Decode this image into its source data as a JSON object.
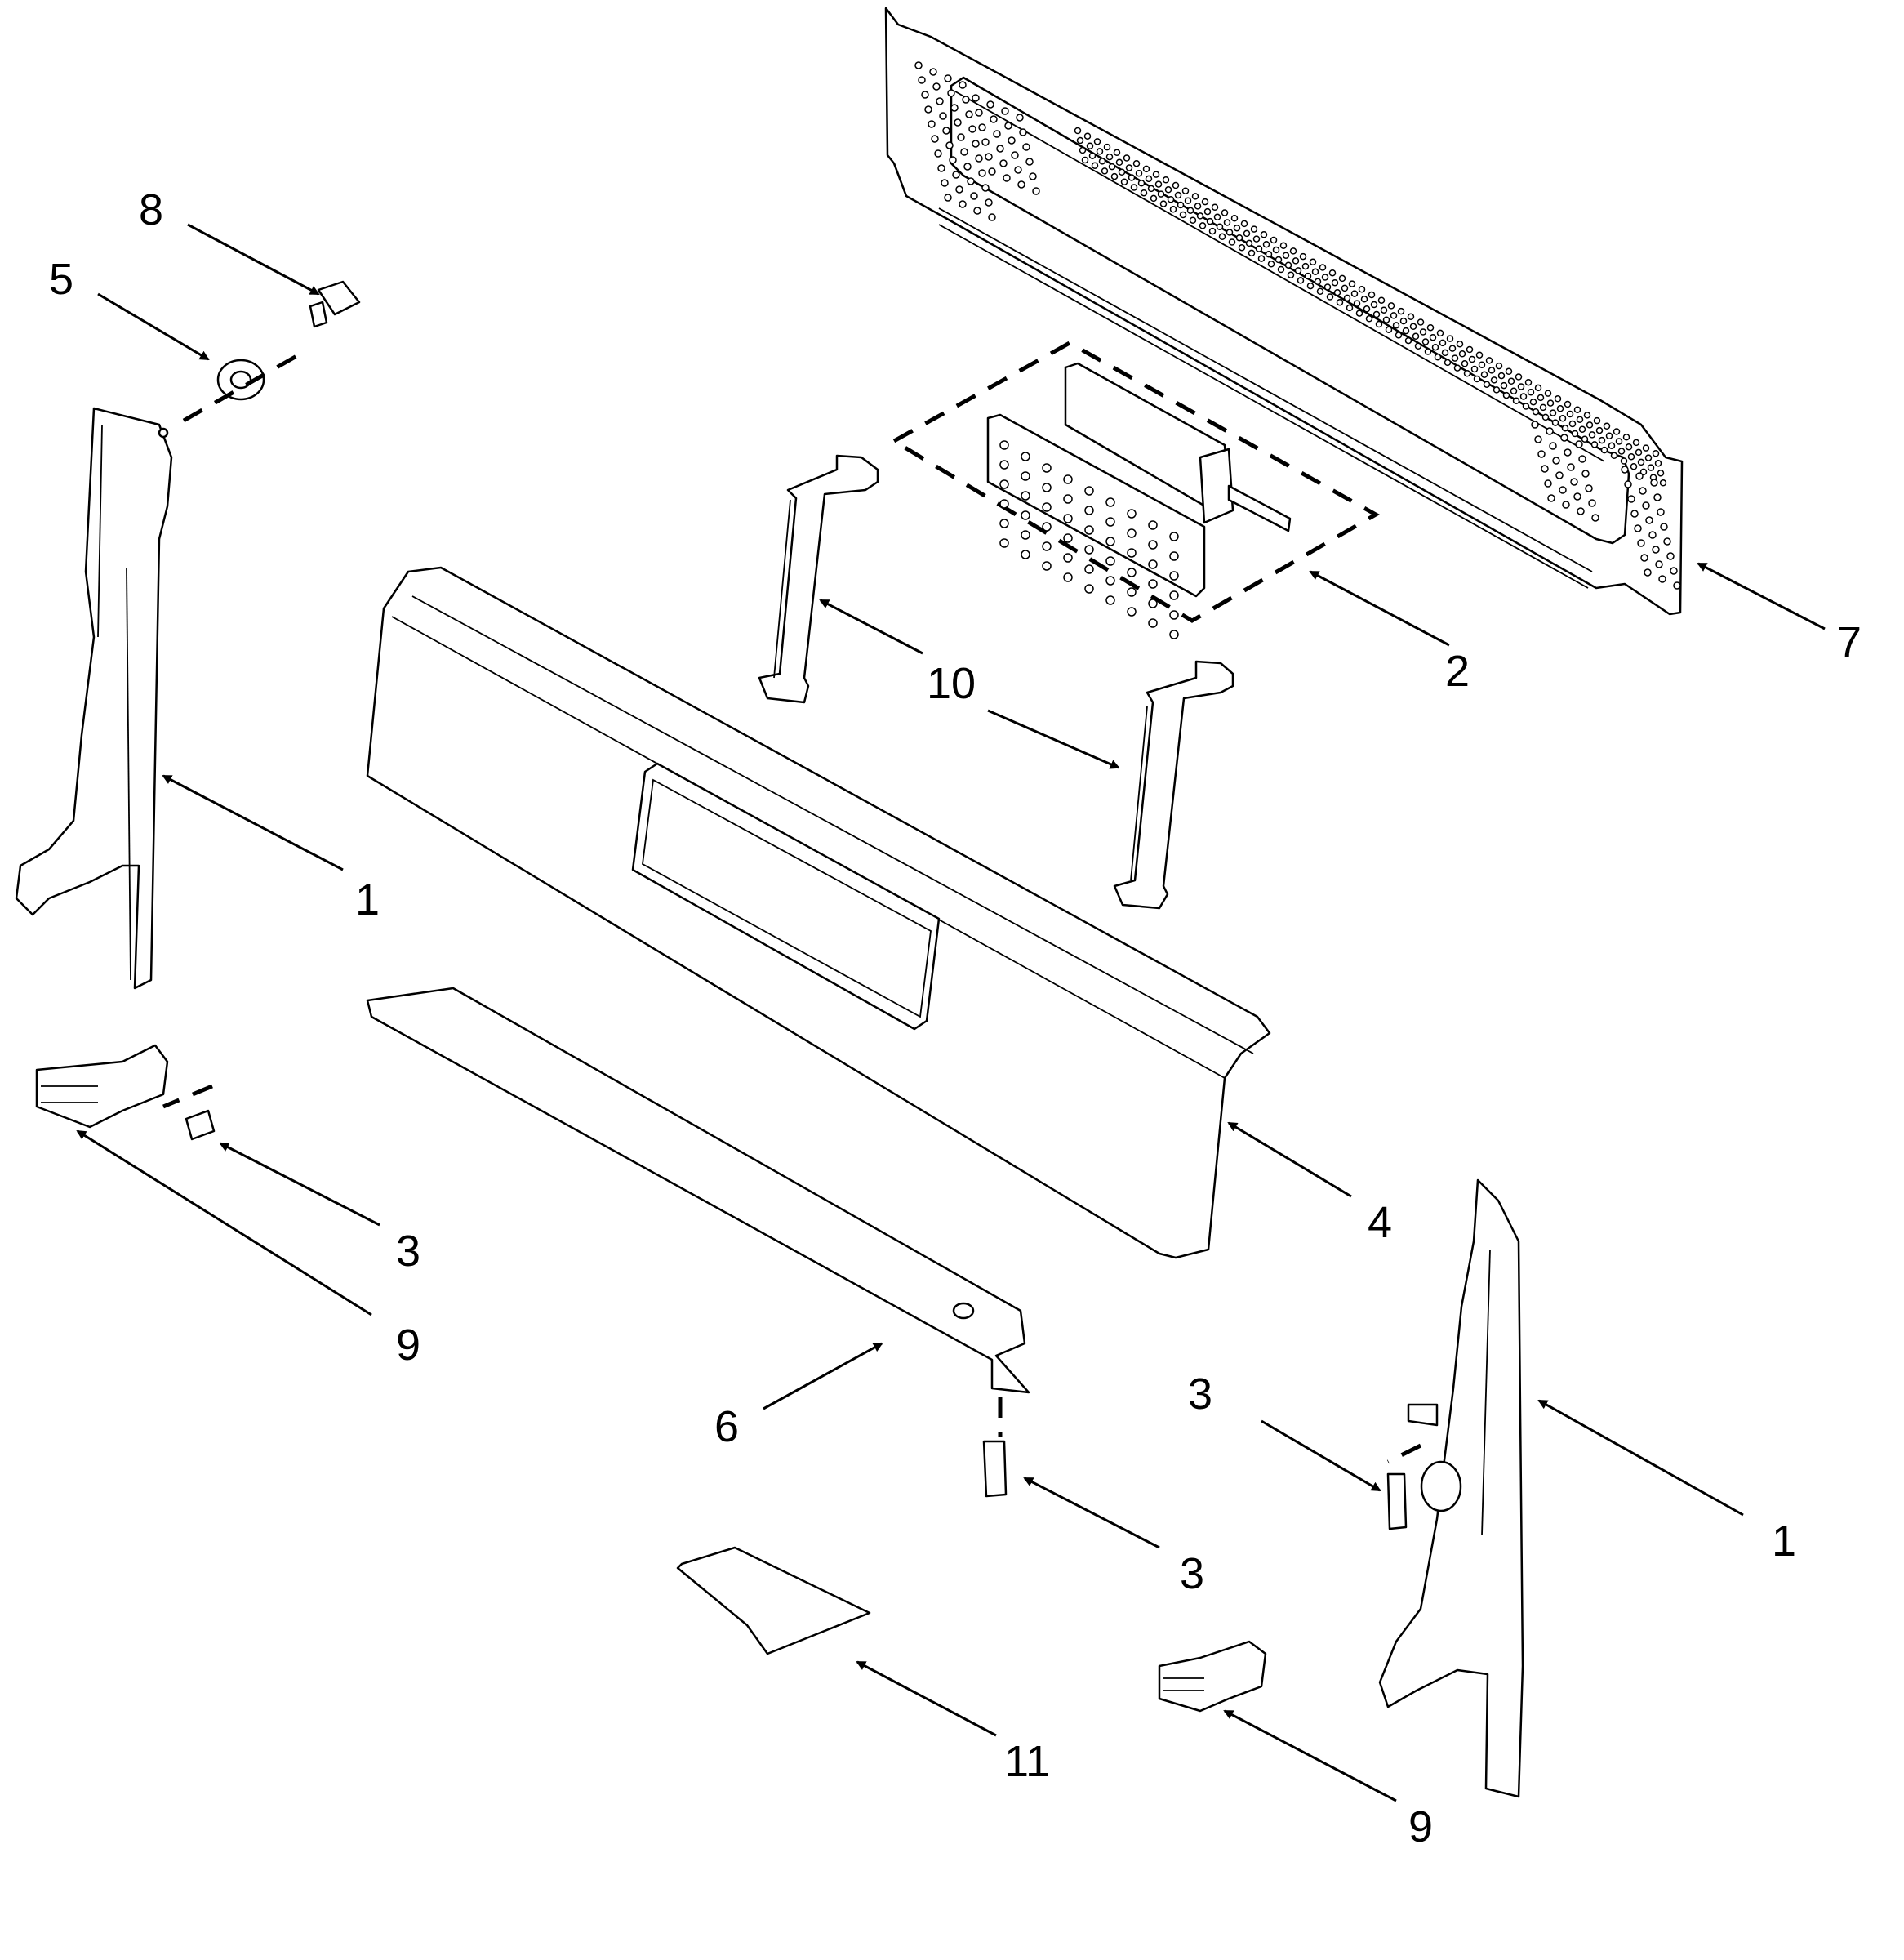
{
  "callouts": [
    {
      "id": "c8",
      "label": "8"
    },
    {
      "id": "c5",
      "label": "5"
    },
    {
      "id": "c10",
      "label": "10"
    },
    {
      "id": "c2",
      "label": "2"
    },
    {
      "id": "c7",
      "label": "7"
    },
    {
      "id": "c1a",
      "label": "1"
    },
    {
      "id": "c3a",
      "label": "3"
    },
    {
      "id": "c9a",
      "label": "9"
    },
    {
      "id": "c4",
      "label": "4"
    },
    {
      "id": "c6",
      "label": "6"
    },
    {
      "id": "c3b",
      "label": "3"
    },
    {
      "id": "c3c",
      "label": "3"
    },
    {
      "id": "c1b",
      "label": "1"
    },
    {
      "id": "c11",
      "label": "11"
    },
    {
      "id": "c9b",
      "label": "9"
    }
  ]
}
